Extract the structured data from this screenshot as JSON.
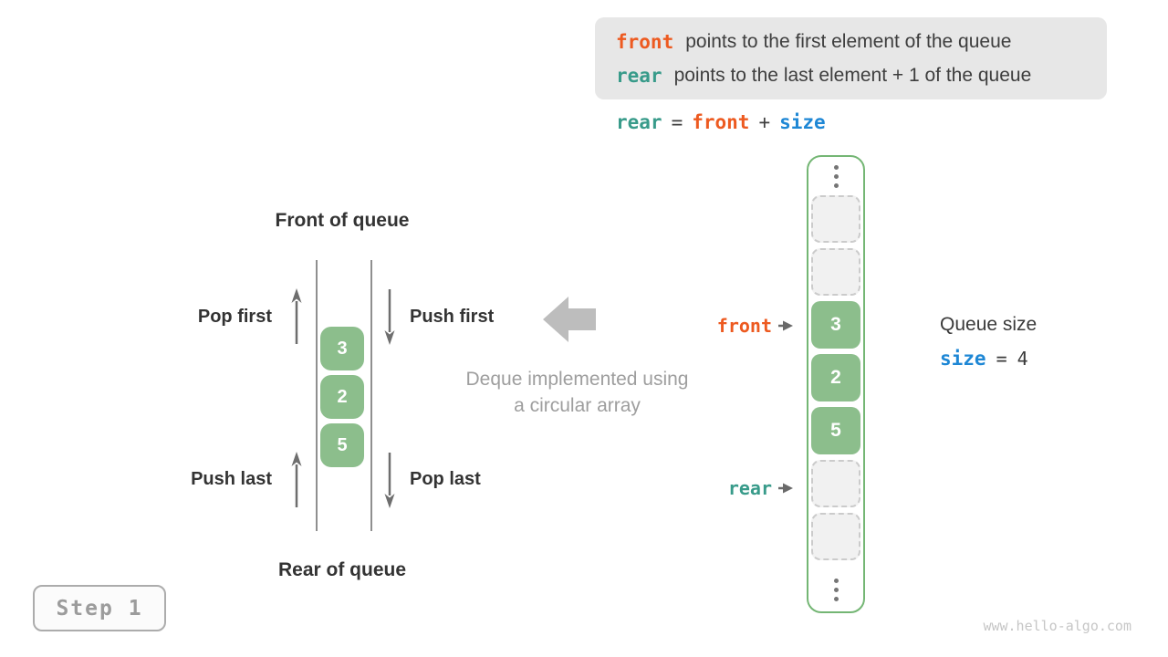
{
  "legend": {
    "front_label": "front",
    "front_desc": "points to the first element of the queue",
    "rear_label": "rear",
    "rear_desc": "points to the last element + 1 of the queue"
  },
  "formula": {
    "rear": "rear",
    "eq": "=",
    "front": "front",
    "plus": "+",
    "size": "size"
  },
  "deque": {
    "front_of_queue": "Front of queue",
    "rear_of_queue": "Rear of queue",
    "pop_first": "Pop first",
    "push_first": "Push first",
    "push_last": "Push last",
    "pop_last": "Pop last",
    "values": [
      "3",
      "2",
      "5"
    ]
  },
  "center": {
    "caption_line1": "Deque implemented using",
    "caption_line2": "a circular array"
  },
  "array": {
    "cells": [
      {
        "type": "empty",
        "value": ""
      },
      {
        "type": "empty",
        "value": ""
      },
      {
        "type": "value",
        "value": "3"
      },
      {
        "type": "value",
        "value": "2"
      },
      {
        "type": "value",
        "value": "5"
      },
      {
        "type": "empty",
        "value": ""
      },
      {
        "type": "empty",
        "value": ""
      }
    ],
    "front_pointer": "front",
    "rear_pointer": "rear"
  },
  "queue_size": {
    "title": "Queue size",
    "var": "size",
    "eq": "=",
    "value": "4"
  },
  "step": {
    "label": "Step 1"
  },
  "watermark": "www.hello-algo.com",
  "colors": {
    "front_orange": "#ED5A20",
    "rear_teal": "#389B8A",
    "size_blue": "#1E87D5",
    "cell_green": "#8CBE8C",
    "array_border_green": "#74B674",
    "legend_bg": "#E7E7E7",
    "muted_gray": "#9E9E9E",
    "dark_text": "#3E3E3E"
  }
}
